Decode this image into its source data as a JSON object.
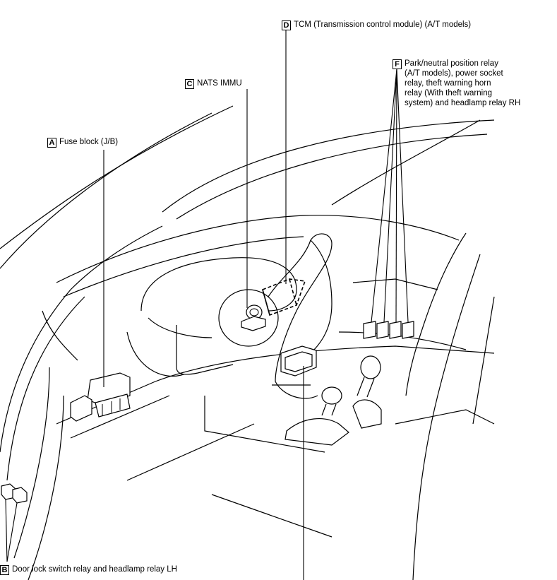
{
  "callouts": {
    "a": {
      "letter": "A",
      "text": "Fuse block (J/B)"
    },
    "b": {
      "letter": "B",
      "text": "Door lock switch relay and headlamp relay LH"
    },
    "c": {
      "letter": "C",
      "text": "NATS IMMU"
    },
    "d": {
      "letter": "D",
      "text": "TCM (Transmission control module) (A/T models)"
    },
    "f": {
      "letter": "F",
      "lines": [
        "Park/neutral position relay",
        "(A/T models), power socket",
        "relay, theft warning horn",
        "relay (With theft warning",
        "system) and headlamp relay RH"
      ]
    }
  }
}
